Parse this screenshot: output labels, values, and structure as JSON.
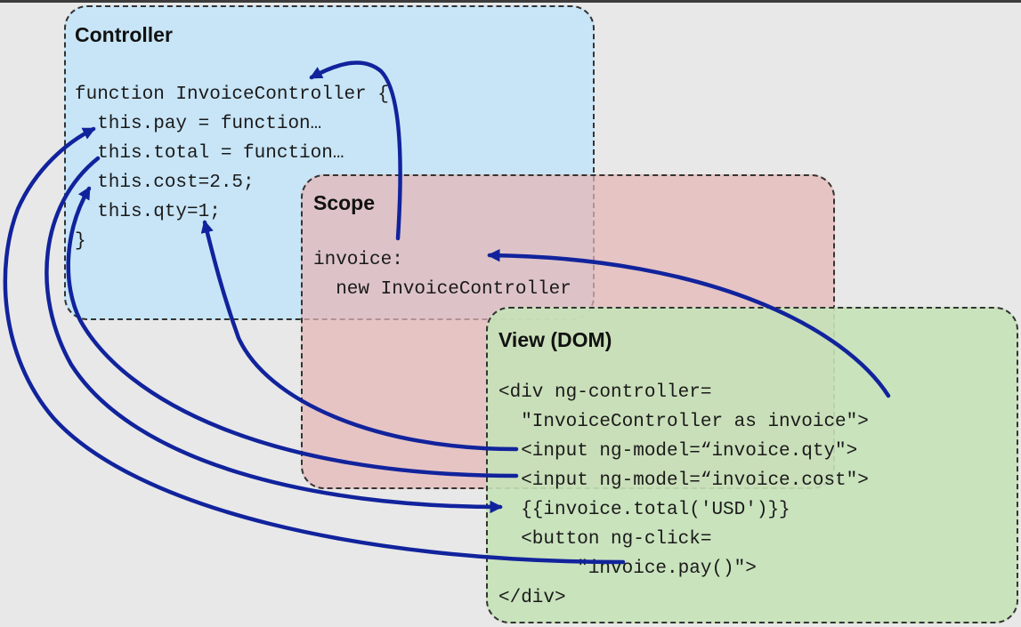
{
  "controller": {
    "title": "Controller",
    "lines": [
      "function InvoiceController {",
      "  this.pay = function…",
      "  this.total = function…",
      "  this.cost=2.5;",
      "  this.qty=1;",
      "}"
    ]
  },
  "scope": {
    "title": "Scope",
    "lines": [
      "invoice:",
      "  new InvoiceController"
    ]
  },
  "view": {
    "title": "View (DOM)",
    "lines": [
      "<div ng-controller=",
      "  \"InvoiceController as invoice\">",
      "  <input ng-model=“invoice.qty\">",
      "  <input ng-model=“invoice.cost\">",
      "  {{invoice.total('USD')}}",
      "  <button ng-click=",
      "       \"invoice.pay()\">",
      "</div>"
    ]
  },
  "colors": {
    "controller_fill": "#c5e4f8",
    "scope_fill": "#e4b6b6",
    "view_fill": "#c5e2b8",
    "arrow": "#11239c",
    "border": "#333333"
  }
}
